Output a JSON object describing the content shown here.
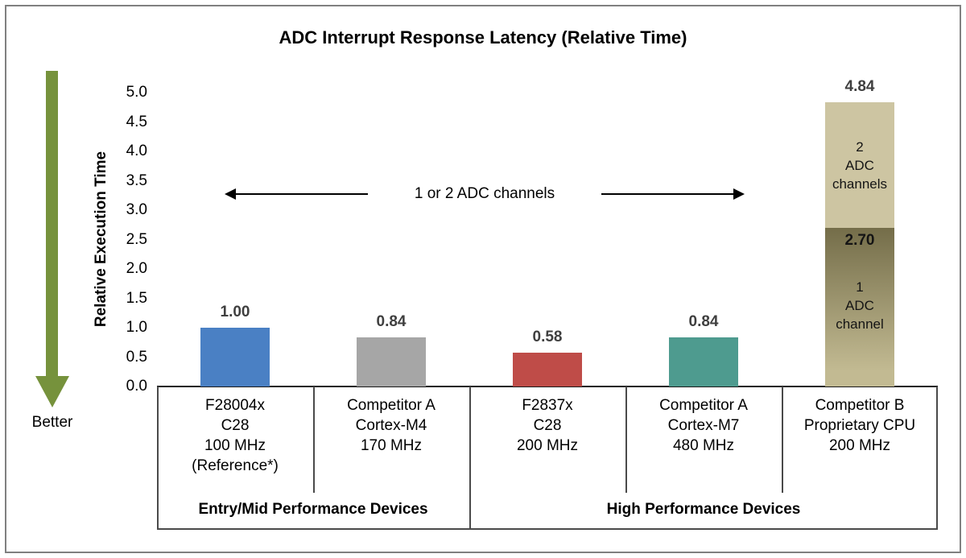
{
  "chart_data": {
    "type": "bar",
    "title": "ADC Interrupt Response Latency (Relative Time)",
    "ylabel": "Relative Execution Time",
    "ylim": [
      0,
      5
    ],
    "yticks": [
      "0.0",
      "0.5",
      "1.0",
      "1.5",
      "2.0",
      "2.5",
      "3.0",
      "3.5",
      "4.0",
      "4.5",
      "5.0"
    ],
    "grid": false,
    "legend": "none",
    "better_label": "Better",
    "better_arrow_color": "#76923c",
    "annotation": "1 or 2 ADC channels",
    "groups": [
      {
        "label": "Entry/Mid Performance Devices",
        "span": 2
      },
      {
        "label": "High Performance Devices",
        "span": 3
      }
    ],
    "bars": [
      {
        "category_lines": [
          "F28004x",
          "C28",
          "100 MHz",
          "(Reference*)"
        ],
        "group": "Entry/Mid Performance Devices",
        "value": 1.0,
        "value_label": "1.00",
        "color": "#4a80c4"
      },
      {
        "category_lines": [
          "Competitor A",
          "Cortex-M4",
          "170 MHz"
        ],
        "group": "Entry/Mid Performance Devices",
        "value": 0.84,
        "value_label": "0.84",
        "color": "#a6a6a6"
      },
      {
        "category_lines": [
          "F2837x",
          "C28",
          "200 MHz"
        ],
        "group": "High Performance Devices",
        "value": 0.58,
        "value_label": "0.58",
        "color": "#bf4c48"
      },
      {
        "category_lines": [
          "Competitor A",
          "Cortex-M7",
          "480 MHz"
        ],
        "group": "High Performance Devices",
        "value": 0.84,
        "value_label": "0.84",
        "color": "#4e9b8f"
      },
      {
        "category_lines": [
          "Competitor B",
          "Proprietary CPU",
          "200 MHz"
        ],
        "group": "High Performance Devices",
        "stacked": true,
        "total": 4.84,
        "total_label": "4.84",
        "segments": [
          {
            "to_value": 2.7,
            "label": "2.70",
            "lines": [
              "1",
              "ADC",
              "channel"
            ],
            "color_top": "#746d49",
            "color_bottom": "#c2ba92"
          },
          {
            "to_value": 4.84,
            "lines": [
              "2",
              "ADC",
              "channels"
            ],
            "color": "#cdc5a2"
          }
        ]
      }
    ]
  }
}
